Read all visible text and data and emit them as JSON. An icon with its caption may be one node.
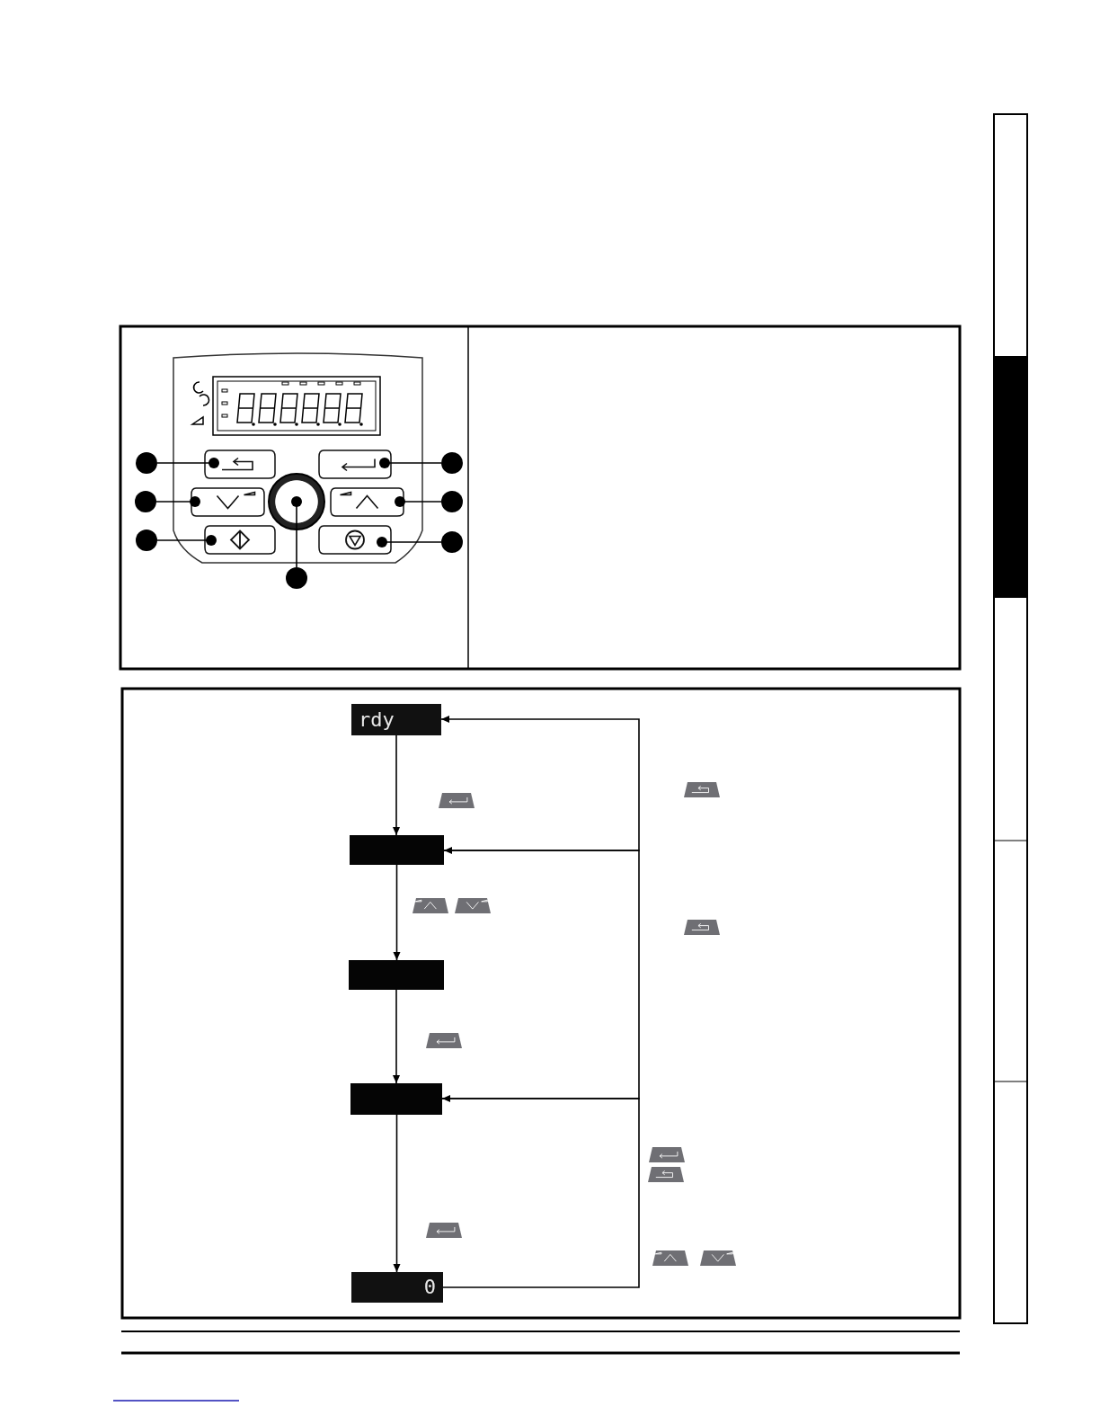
{
  "diagram": {
    "nodes": [
      {
        "text": [],
        "shape": "box"
      },
      {
        "text": [],
        "shape": "box"
      },
      {
        "text": [],
        "shape": "box"
      },
      {
        "text": [],
        "shape": "circle"
      },
      {
        "text": [],
        "shape": "box"
      },
      {
        "text": [],
        "shape": "box"
      },
      {
        "text": [],
        "shape": "box"
      },
      {
        "text": [],
        "shape": "circle"
      },
      {
        "text": [],
        "shape": "circle"
      },
      {
        "text": [],
        "shape": "circle"
      },
      {
        "text": [],
        "shape": "circle"
      },
      {
        "text": [],
        "shape": "circle"
      },
      {
        "text": [],
        "shape": "circle"
      },
      {
        "text": [],
        "shape": "circle"
      },
      {
        "text": [
          "rdy"
        ]
      },
      {
        "text": [],
        "shape": "box"
      },
      {
        "text": [],
        "shape": "box"
      },
      {
        "text": [],
        "shape": "box"
      },
      {
        "text": [
          "0"
        ]
      }
    ],
    "edges": [
      {
        "from": 7,
        "to": 0,
        "arrow": "other"
      },
      {
        "from": 8,
        "to": 1,
        "arrow": "other"
      },
      {
        "from": 9,
        "to": 2,
        "arrow": "other"
      },
      {
        "from": 10,
        "to": 4,
        "arrow": "other"
      },
      {
        "from": 11,
        "to": 5,
        "arrow": "other"
      },
      {
        "from": 12,
        "to": 6,
        "arrow": "other"
      },
      {
        "from": 13,
        "to": 3,
        "arrow": "other"
      },
      {
        "from": 14,
        "to": 15,
        "arrow": "to"
      },
      {
        "from": 15,
        "to": 16,
        "arrow": "to"
      },
      {
        "from": 16,
        "to": 17,
        "arrow": "to"
      },
      {
        "from": 17,
        "to": 18,
        "arrow": "to"
      },
      {
        "from": 18,
        "to": 17,
        "arrow": "to"
      },
      {
        "from": 17,
        "to": 15,
        "arrow": "to"
      },
      {
        "from": 15,
        "to": 14,
        "arrow": "to"
      }
    ]
  }
}
